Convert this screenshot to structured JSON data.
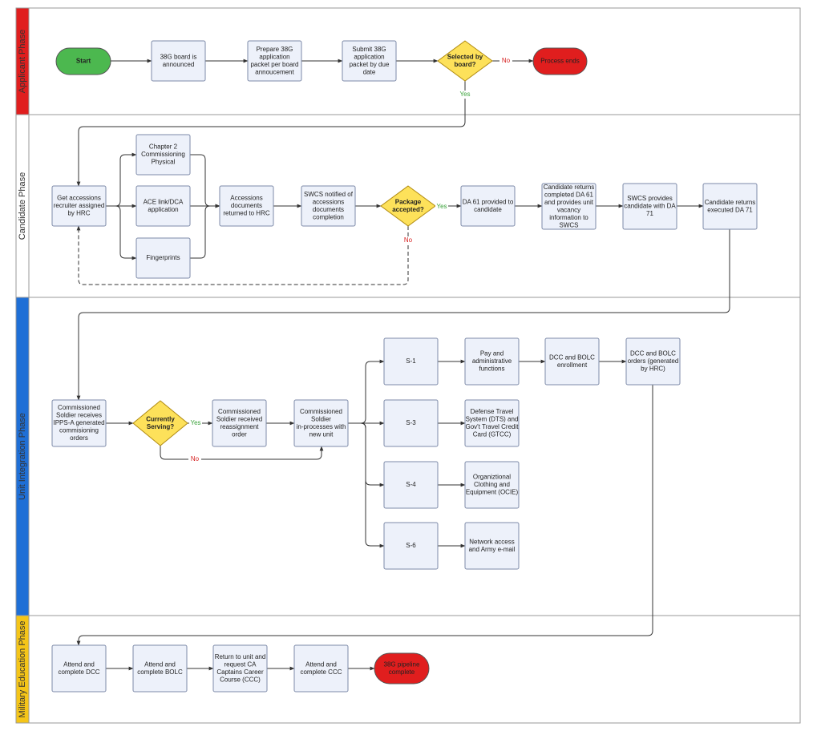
{
  "colors": {
    "lane_applicant": "#e01e1e",
    "lane_candidate": "#ffffff",
    "lane_unit": "#1f6fd6",
    "lane_military": "#f5c518",
    "process_fill": "#edf1fa",
    "process_stroke": "#7d8aa8",
    "decision_fill": "#fde15a",
    "decision_stroke": "#b08a10",
    "start_fill": "#4cb84f",
    "end_fill": "#e01e1e",
    "yes": "#3aa23a",
    "no": "#d62020",
    "line": "#333333"
  },
  "lanes": [
    {
      "id": "applicant",
      "label": "Applicant Phase"
    },
    {
      "id": "candidate",
      "label": "Candidate Phase"
    },
    {
      "id": "unit",
      "label": "Unit Integration Phase"
    },
    {
      "id": "military",
      "label": "Military Education Phase"
    }
  ],
  "nodes": {
    "start": {
      "lines": [
        "Start"
      ]
    },
    "board_announced": {
      "lines": [
        "38G board is",
        "announced"
      ]
    },
    "prepare_packet": {
      "lines": [
        "Prepare 38G",
        "application",
        "packet per board",
        "annoucement"
      ]
    },
    "submit_packet": {
      "lines": [
        "Submit 38G",
        "application",
        "packet by due",
        "date"
      ]
    },
    "selected": {
      "lines": [
        "Selected by",
        "board?"
      ]
    },
    "process_ends": {
      "lines": [
        "Process ends"
      ]
    },
    "recruiter": {
      "lines": [
        "Get accessions",
        "recruiter assigned",
        "by HRC"
      ]
    },
    "physical": {
      "lines": [
        "Chapter 2",
        "Commissioning",
        "Physical"
      ]
    },
    "ace": {
      "lines": [
        "ACE link/DCA",
        "application"
      ]
    },
    "fingerprints": {
      "lines": [
        "Fingerprints"
      ]
    },
    "docs_returned": {
      "lines": [
        "Accessions",
        "documents",
        "returned to HRC"
      ]
    },
    "swcs_notified": {
      "lines": [
        "SWCS notified of",
        "accessions",
        "documents",
        "completion"
      ]
    },
    "package": {
      "lines": [
        "Package",
        "accepted?"
      ]
    },
    "da61": {
      "lines": [
        "DA 61 provided to",
        "candidate"
      ]
    },
    "returns_da61": {
      "lines": [
        "Candidate returns",
        "completed DA 61",
        "and provides unit",
        "vacancy",
        "information to",
        "SWCS"
      ]
    },
    "swcs_da71": {
      "lines": [
        "SWCS provides",
        "candidate with DA",
        "71"
      ]
    },
    "returns_da71": {
      "lines": [
        "Candidate returns",
        "executed DA 71"
      ]
    },
    "ippsa": {
      "lines": [
        "Commissioned",
        "Soldier receives",
        "IPPS-A generated",
        "commisioning",
        "orders"
      ]
    },
    "serving": {
      "lines": [
        "Currently",
        "Serving?"
      ]
    },
    "reassignment": {
      "lines": [
        "Commissioned",
        "Soldier received",
        "reassignment",
        "order"
      ]
    },
    "inprocesses": {
      "lines": [
        "Commissioned",
        "Soldier",
        "in-processes with",
        "new unit"
      ]
    },
    "s1": {
      "lines": [
        "S-1"
      ]
    },
    "s3": {
      "lines": [
        "S-3"
      ]
    },
    "s4": {
      "lines": [
        "S-4"
      ]
    },
    "s6": {
      "lines": [
        "S-6"
      ]
    },
    "pay": {
      "lines": [
        "Pay and",
        "administrative",
        "functions"
      ]
    },
    "dts": {
      "lines": [
        "Defense Travel",
        "System (DTS) and",
        "Gov't Travel Credit",
        "Card (GTCC)"
      ]
    },
    "ocie": {
      "lines": [
        "Organiztional",
        "Clothing and",
        "Equipment (OCIE)"
      ]
    },
    "network": {
      "lines": [
        "Network access",
        "and Army e-mail"
      ]
    },
    "dcc_bolc_enroll": {
      "lines": [
        "DCC and BOLC",
        "enrollment"
      ]
    },
    "dcc_bolc_orders": {
      "lines": [
        "DCC and BOLC",
        "orders (generated",
        "by HRC)"
      ]
    },
    "attend_dcc": {
      "lines": [
        "Attend and",
        "complete DCC"
      ]
    },
    "attend_bolc": {
      "lines": [
        "Attend and",
        "complete BOLC"
      ]
    },
    "return_ccc": {
      "lines": [
        "Return to unit and",
        "request CA",
        "Captains Career",
        "Course (CCC)"
      ]
    },
    "attend_ccc": {
      "lines": [
        "Attend and",
        "complete CCC"
      ]
    },
    "pipeline_complete": {
      "lines": [
        "38G pipeline",
        "complete"
      ]
    }
  },
  "edge_labels": {
    "selected_no": "No",
    "selected_yes": "Yes",
    "package_yes": "Yes",
    "package_no": "No",
    "serving_yes": "Yes",
    "serving_no": "No"
  }
}
